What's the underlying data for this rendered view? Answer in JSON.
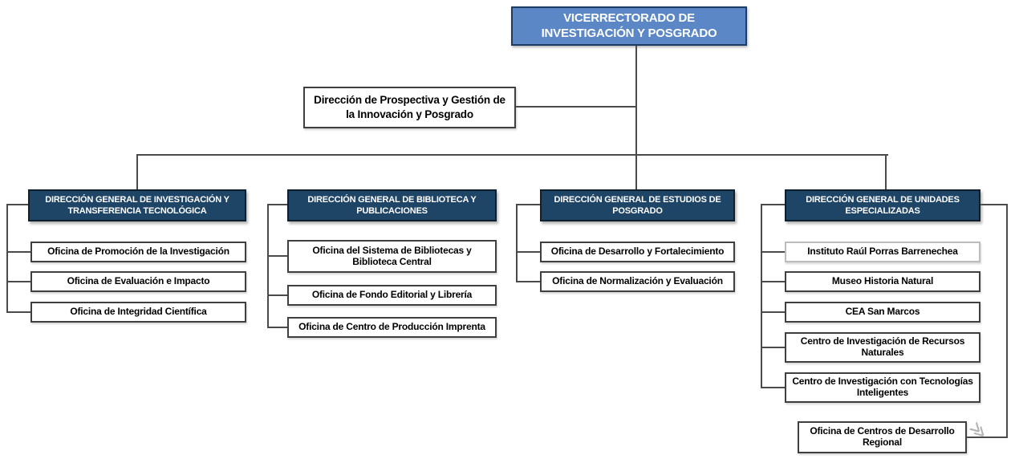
{
  "root": {
    "label": "VICERRECTORADO DE INVESTIGACIÓN Y POSGRADO"
  },
  "staff_unit": {
    "label": "Dirección de Prospectiva y Gestión de la Innovación y Posgrado"
  },
  "divisions": [
    {
      "label": "DIRECCIÓN GENERAL DE INVESTIGACIÓN Y TRANSFERENCIA TECNOLÓGICA",
      "offices": [
        "Oficina de Promoción de la Investigación",
        "Oficina de Evaluación e Impacto",
        "Oficina de Integridad Científica"
      ]
    },
    {
      "label": "DIRECCIÓN GENERAL DE BIBLIOTECA Y PUBLICACIONES",
      "offices": [
        "Oficina del Sistema de Bibliotecas y Biblioteca Central",
        "Oficina de Fondo Editorial y Librería",
        "Oficina de Centro de Producción Imprenta"
      ]
    },
    {
      "label": "DIRECCIÓN GENERAL DE ESTUDIOS DE POSGRADO",
      "offices": [
        "Oficina de Desarrollo y Fortalecimiento",
        "Oficina de Normalización y Evaluación"
      ]
    },
    {
      "label": "DIRECCIÓN GENERAL DE UNIDADES ESPECIALIZADAS",
      "offices": [
        "Instituto Raúl Porras Barrenechea",
        "Museo Historia Natural",
        "CEA San Marcos",
        "Centro de Investigación de Recursos Naturales",
        "Centro de Investigación con Tecnologías Inteligentes"
      ],
      "special_office": "Oficina de Centros de Desarrollo Regional",
      "break_symbol": "≫"
    }
  ],
  "colors": {
    "root_fill": "#5b87c7",
    "root_border": "#1c3c63",
    "division_fill": "#1e4466",
    "division_border": "#101f2e",
    "office_border": "#3f3f3f",
    "office_border_light": "#bcbcbc",
    "connector": "#4a4a4a",
    "break_mark": "#b5b5b5",
    "text_on_dark": "#ffffff",
    "text_on_light": "#000000"
  }
}
